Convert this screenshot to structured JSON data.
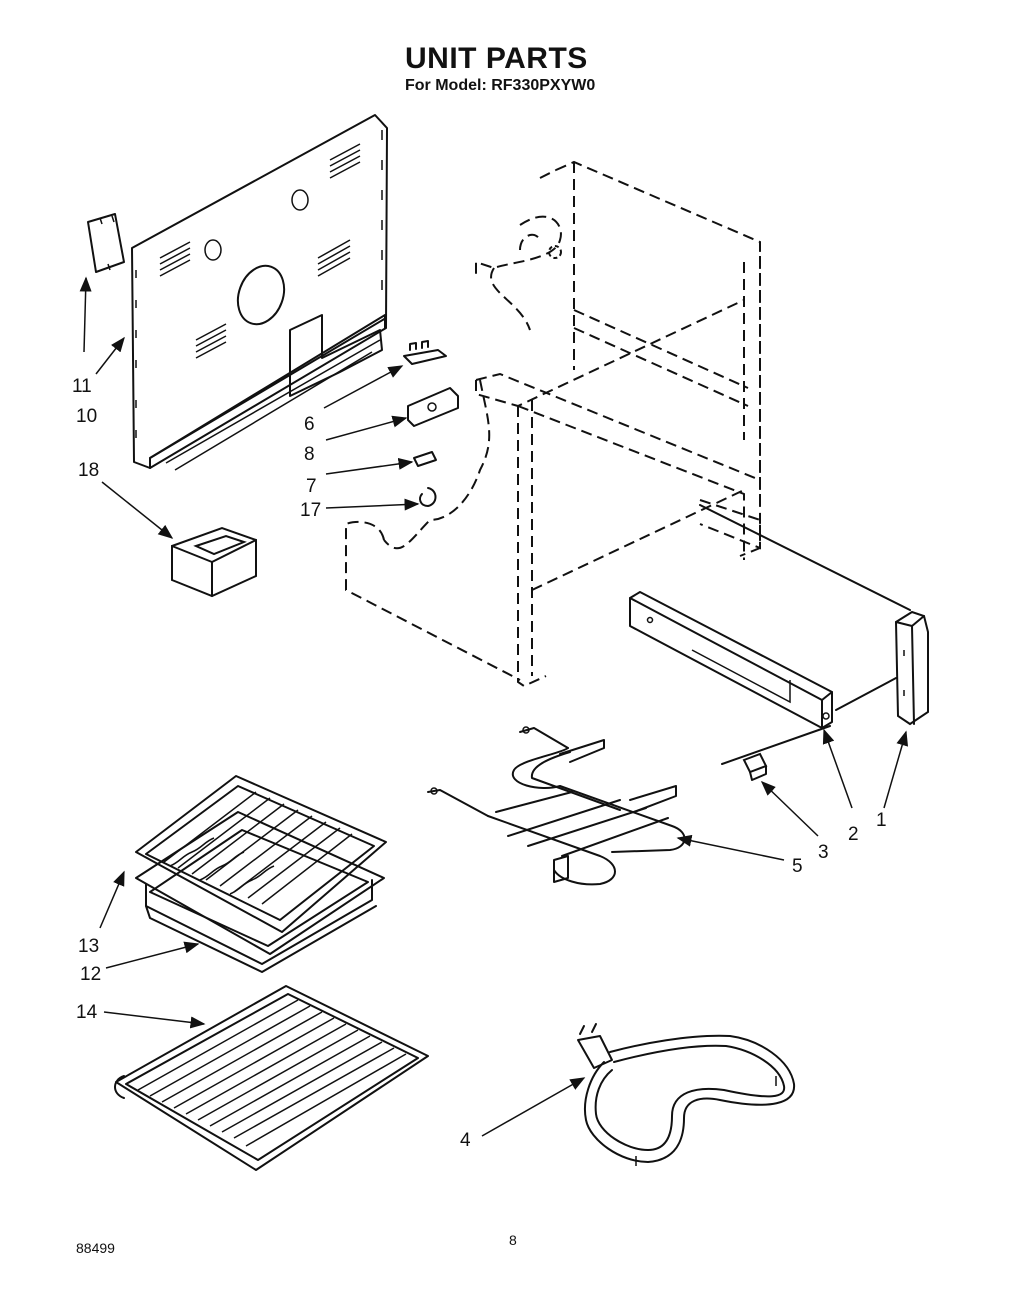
{
  "header": {
    "title": "UNIT PARTS",
    "model_line": "For Model: RF330PXYW0"
  },
  "callouts": [
    "11",
    "10",
    "6",
    "8",
    "7",
    "17",
    "18",
    "1",
    "2",
    "3",
    "5",
    "13",
    "12",
    "14",
    "4"
  ],
  "footer": {
    "code": "88499",
    "page_number": "8"
  }
}
